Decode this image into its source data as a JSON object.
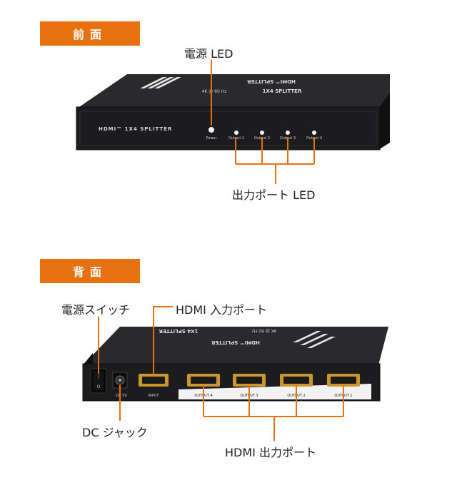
{
  "front": {
    "section_title": "前面",
    "callouts": {
      "power_led": "電源 LED",
      "output_leds": "出力ポート LED"
    },
    "device": {
      "model_text": "HDMI™ 1X4 SPLITTER",
      "top_text_1": "HDMI™ SPLITTER",
      "top_text_2": "4K @ 60 Hz",
      "top_text_3": "1X4 SPLITTER",
      "leds": [
        "Power",
        "Output 1",
        "Output 2",
        "Output 3",
        "Output 4"
      ]
    }
  },
  "back": {
    "section_title": "背面",
    "callouts": {
      "power_switch": "電源スイッチ",
      "hdmi_input": "HDMI 入力ポート",
      "dc_jack": "DC ジャック",
      "hdmi_outputs": "HDMI 出力ポート"
    },
    "device": {
      "top_text_1": "HDMI™ SPLITTER",
      "top_text_2": "4K @ 60 Hz",
      "top_text_3": "1X4 SPLITTER",
      "switch_marks": [
        "|",
        "O"
      ],
      "port_labels": [
        "DC 5V",
        "INPUT",
        "OUTPUT 4",
        "OUTPUT 3",
        "OUTPUT 2",
        "OUTPUT 1"
      ]
    }
  },
  "colors": {
    "accent": "#e8710f",
    "device_body": "#1a1a1c",
    "hdmi_port": "#c9972e"
  }
}
